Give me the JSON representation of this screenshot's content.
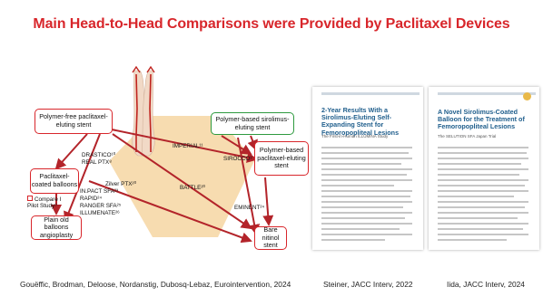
{
  "slide": {
    "title": "Main Head-to-Head Comparisons were Provided by Paclitaxel Devices",
    "captions": [
      "Gouëffic, Brodman, Deloose, Nordanstig, Dubosq-Lebaz, Eurointervention, 2024",
      "Steiner, JACC Interv, 2022",
      "Iida, JACC Interv, 2024"
    ]
  },
  "diagram": {
    "boxes": {
      "polymer_free": "Polymer-free paclitaxel-eluting stent",
      "polymer_based_siro": "Polymer-based sirolimus-eluting stent",
      "paclitaxel_balloons": "Paclitaxel-coated balloons",
      "polymer_based_pacli": "Polymer-based paclitaxel-eluting stent",
      "plain_balloons": "Plain old balloons angioplasty",
      "bare_nitinol": "Bare nitinol stent"
    },
    "labels": {
      "drastico": "DRASTICO¹⁰",
      "real_ptx": "REAL PTX⁸",
      "imperial": "IMPERIAL¹¹",
      "sirocco": "SIROCCO³",
      "zilver": "Zilver PTX²⁰",
      "battle": "BATTLE²⁰",
      "compare": "Compare I Pilot Study⁹",
      "in_pact": "IN.PACT SFA²³",
      "rapid": "RAPID²⁴",
      "ranger": "RANGER SFA²⁵",
      "illumenate": "ILLUMENATE²⁶",
      "eminent": "EMINENT²⁴"
    },
    "colors": {
      "arrow": "#b3242a",
      "hexagon": "#f7dcb0",
      "box_border": "#d8262b",
      "green_border": "#2e9a3f"
    }
  },
  "papers": [
    {
      "title": "2-Year Results With a Sirolimus-Eluting Self-Expanding Stent for Femoropopliteal Lesions",
      "subtitle": "The First-in-Human ILLUMINA Study"
    },
    {
      "title": "A Novel Sirolimus-Coated Balloon for the Treatment of Femoropopliteal Lesions",
      "subtitle": "The SELUTION SFA Japan Trial"
    }
  ]
}
